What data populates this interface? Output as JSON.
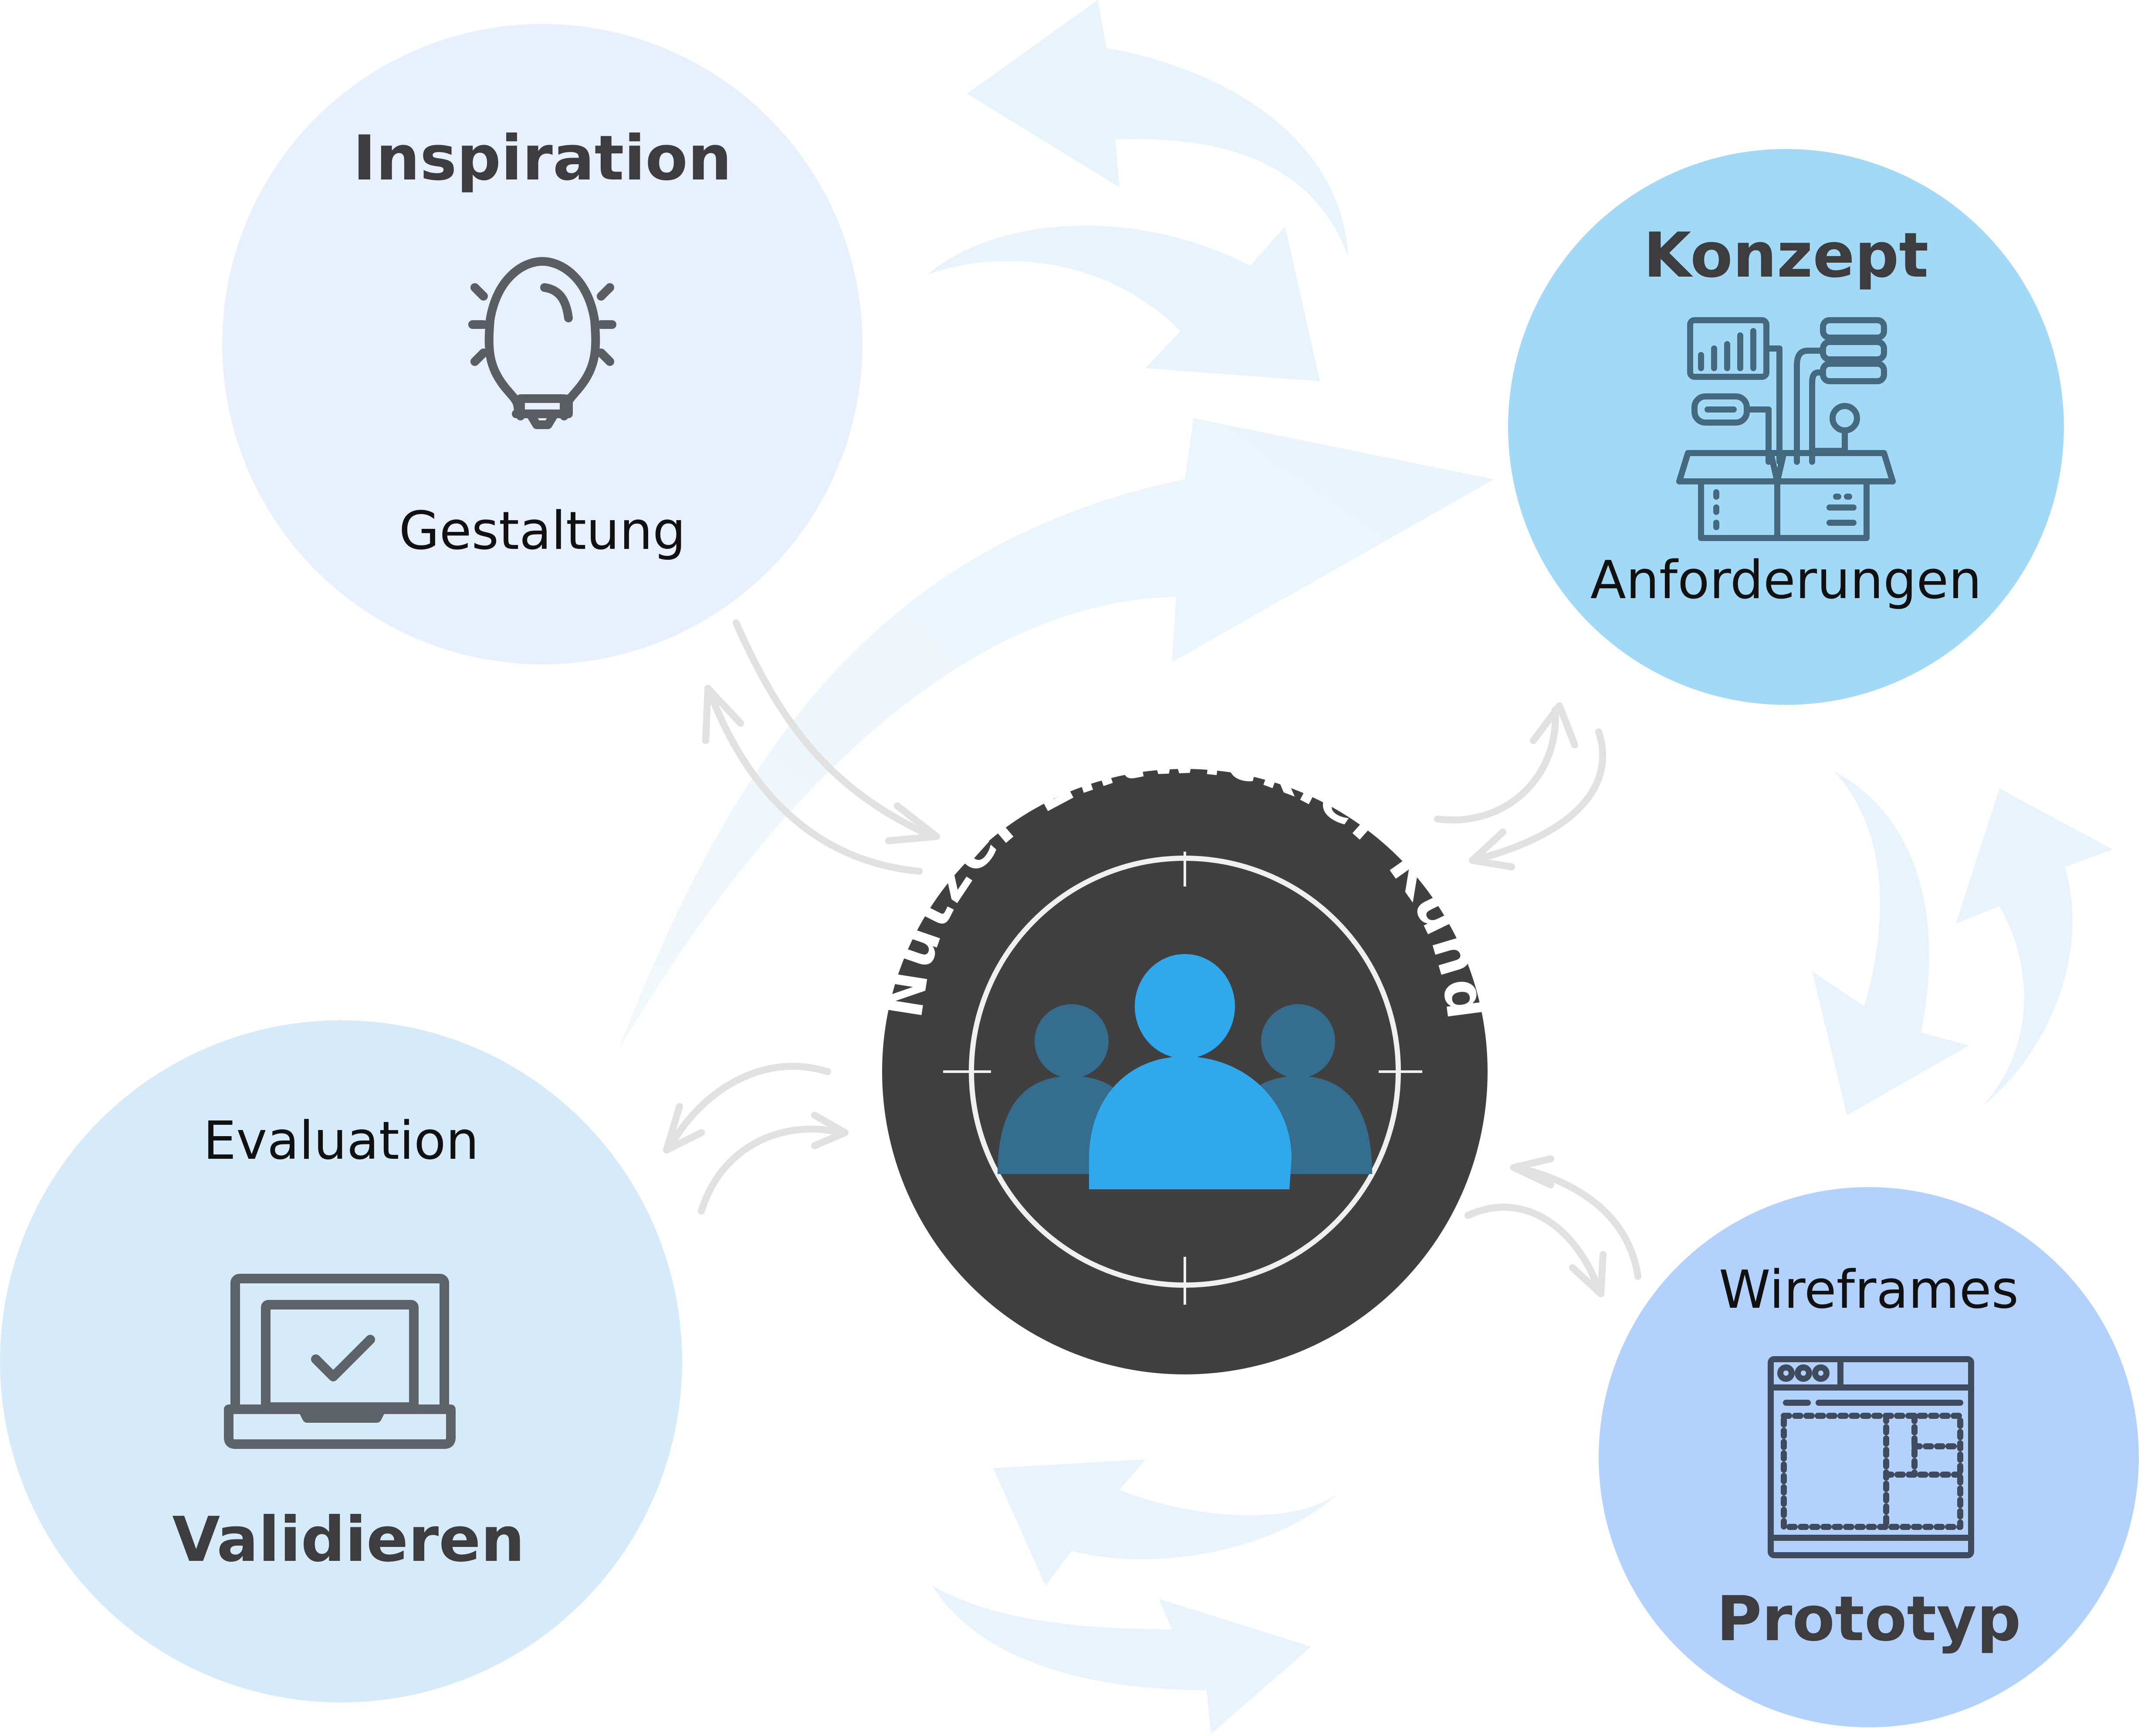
{
  "center": {
    "ring_labels": [
      "Nutzer",
      "Entwickler",
      "Kunde"
    ],
    "icon": "user-group-icon"
  },
  "nodes": {
    "inspiration": {
      "title": "Inspiration",
      "subtitle": "Gestaltung",
      "icon": "lightbulb-icon",
      "color": "#e8f0fd"
    },
    "konzept": {
      "title": "Konzept",
      "subtitle": "Anforderungen",
      "icon": "requirements-box-icon",
      "color": "#a2d9f7"
    },
    "prototyp": {
      "title": "Prototyp",
      "subtitle": "Wireframes",
      "icon": "wireframe-window-icon",
      "color": "#b3d1fd"
    },
    "validieren": {
      "title": "Validieren",
      "subtitle": "Evaluation",
      "icon": "laptop-check-icon",
      "color": "#d5ebfa"
    }
  },
  "colors": {
    "center_disc": "#404040",
    "people_front": "#2fa9ec",
    "people_back": "#356d8f",
    "icon_stroke": "#555c62",
    "connector": "#e3e3e3",
    "flow_arrow": "#e6f1f9"
  }
}
